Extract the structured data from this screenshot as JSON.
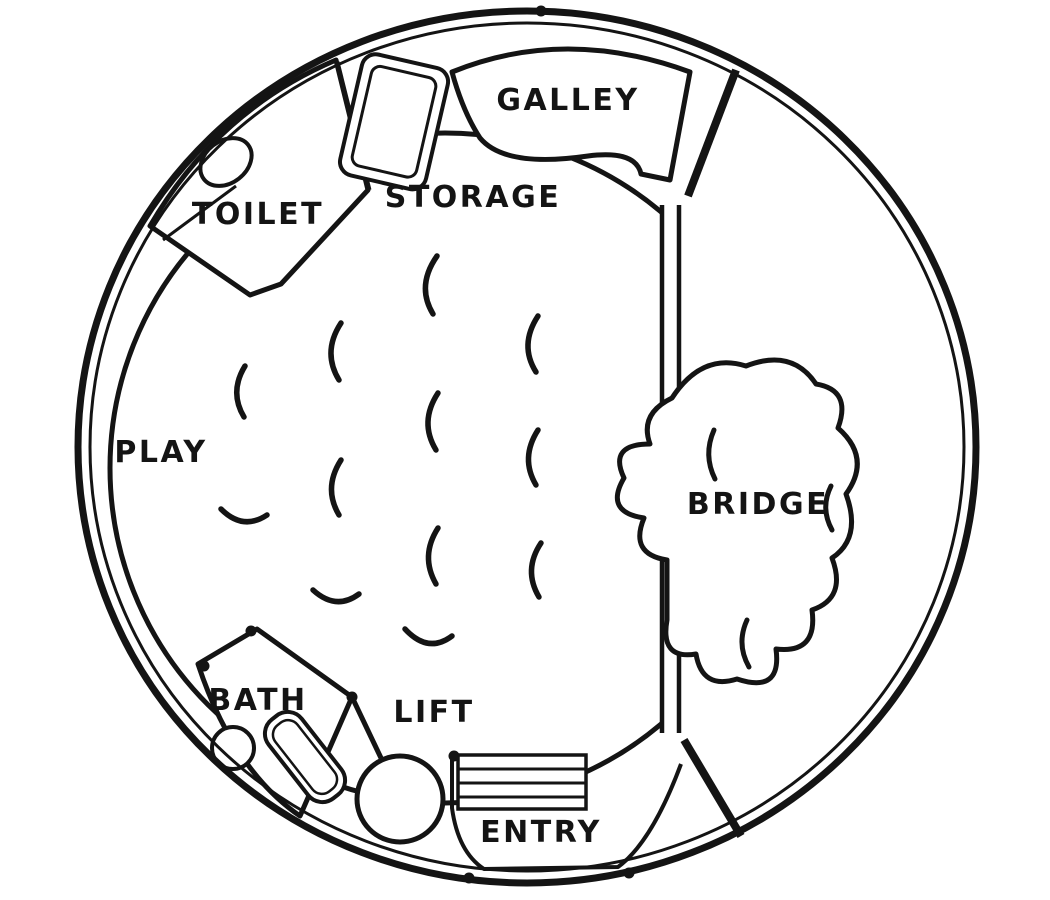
{
  "page": {
    "background": "#ffffff",
    "ink": "#141414"
  },
  "floor_plan": {
    "type": "floor-plan",
    "shape": "circular deck plan",
    "rooms": [
      {
        "label": "GALLEY"
      },
      {
        "label": "STORAGE"
      },
      {
        "label": "TOILET"
      },
      {
        "label": "PLAY"
      },
      {
        "label": "BRIDGE"
      },
      {
        "label": "BATH"
      },
      {
        "label": "LIFT"
      },
      {
        "label": "ENTRY"
      }
    ]
  }
}
